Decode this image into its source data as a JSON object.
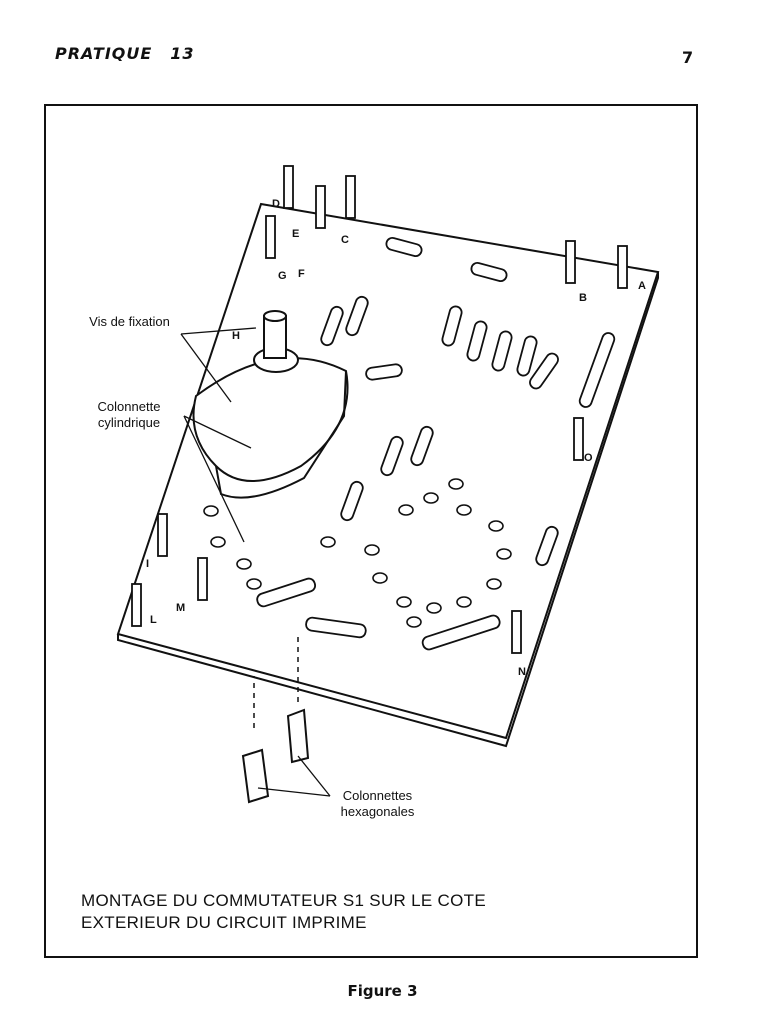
{
  "header": {
    "title": "PRATIQUE",
    "number": "13",
    "page": "7"
  },
  "figure": {
    "labels": {
      "vis": "Vis de fixation",
      "colonnette": "Colonnette cylindrique",
      "hex": "Colonnettes hexagonales"
    },
    "letters": [
      "A",
      "B",
      "C",
      "D",
      "E",
      "F",
      "G",
      "H",
      "I",
      "L",
      "M",
      "N",
      "O"
    ],
    "caption_line1": "MONTAGE DU COMMUTATEUR S1 SUR LE COTE",
    "caption_line2": "EXTERIEUR DU CIRCUIT IMPRIME",
    "title": "Figure 3"
  }
}
